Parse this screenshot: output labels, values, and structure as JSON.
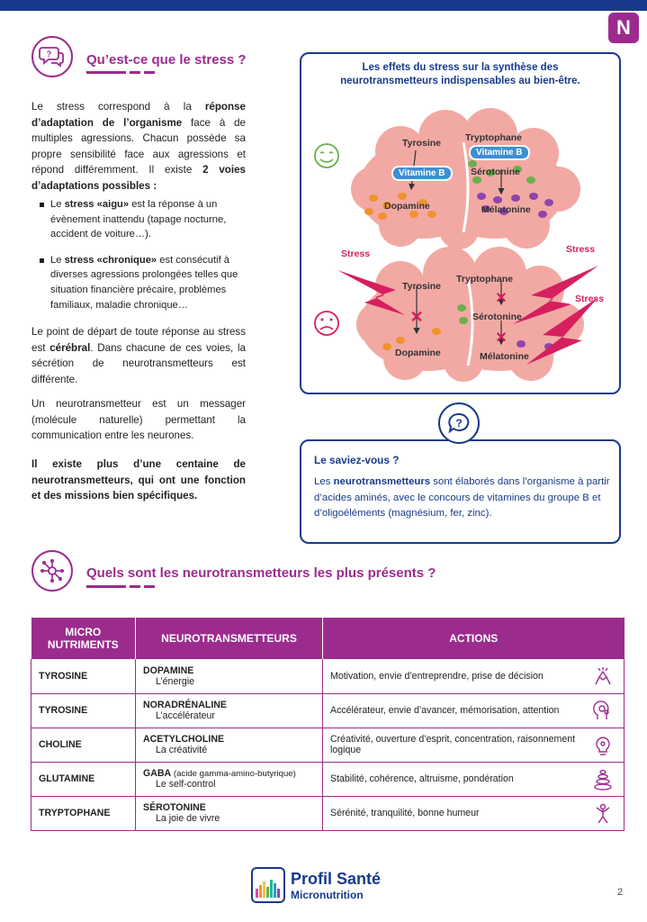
{
  "page": {
    "badge": "N",
    "number": "2"
  },
  "section1": {
    "title": "Qu’est-ce que le stress ?",
    "p1_a": "Le stress correspond à la ",
    "p1_b": "réponse d’adaptation de l’organisme",
    "p1_c": " face à de multiples agressions. Chacun possède sa propre sensibilité face aux agressions et répond différemment. Il existe ",
    "p1_d": "2 voies d’adaptations possibles :",
    "bullet1_a": "Le ",
    "bullet1_b": "stress «aigu»",
    "bullet1_c": " est la réponse à un évènement inattendu (tapage nocturne, accident de voiture…).",
    "bullet2_a": "Le ",
    "bullet2_b": "stress «chronique»",
    "bullet2_c": " est consécutif à diverses agressions prolongées telles que situation financière précaire, problèmes familiaux, maladie chronique…",
    "p2_a": "Le point de départ de toute réponse au stress est ",
    "p2_b": "cérébral",
    "p2_c": ". Dans chacune de ces voies, la sécrétion de neurotransmetteurs est différente.",
    "p3": "Un neurotransmetteur est un messager (molécule naturelle) permettant la communication entre les neurones.",
    "p4": "Il existe plus d’une centaine de neurotransmetteurs, qui ont une fonction et des missions bien spécifiques."
  },
  "effects": {
    "title_line1": "Les effets du stress sur la synthèse des",
    "title_line2": "neurotransmetteurs indispensables au bien-être.",
    "tyrosine": "Tyrosine",
    "tryptophane": "Tryptophane",
    "vitamine_b": "Vitamine B",
    "dopamine": "Dopamine",
    "serotonine": "Sérotonine",
    "melatonine": "Mélatonine",
    "stress": "Stress"
  },
  "saviez": {
    "head": "Le saviez-vous ?",
    "text_a": "Les ",
    "text_b": "neurotransmetteurs",
    "text_c": " sont élaborés dans l’organisme à partir d’acides aminés, avec le concours de vitamines du groupe B et d’oligoéléments (magnésium, fer, zinc)."
  },
  "section2": {
    "title": "Quels sont les neurotransmetteurs les plus présents ?"
  },
  "table": {
    "headers": [
      "MICRO\nNUTRIMENTS",
      "NEUROTRANSMETTEURS",
      "ACTIONS"
    ],
    "h1_line1": "MICRO",
    "h1_line2": "NUTRIMENTS",
    "rows": [
      {
        "nutrient": "TYROSINE",
        "nt": "DOPAMINE",
        "nt_extra": "",
        "sub": "L’énergie",
        "action": "Motivation, envie d’entreprendre, prise de décision",
        "icon": "hands-team-icon"
      },
      {
        "nutrient": "TYROSINE",
        "nt": "NORADRÉNALINE",
        "nt_extra": "",
        "sub": "L’accélérateur",
        "action": "Accélérateur, envie d’avancer, mémorisation, attention",
        "icon": "head-gears-icon"
      },
      {
        "nutrient": "CHOLINE",
        "nt": "ACETYLCHOLINE",
        "nt_extra": "",
        "sub": "La créativité",
        "action": "Créativité, ouverture d’esprit, concentration, raisonnement logique",
        "icon": "lightbulb-icon"
      },
      {
        "nutrient": "GLUTAMINE",
        "nt": "GABA",
        "nt_extra": " (acide gamma-amino-butyrique)",
        "sub": "Le self-control",
        "action": "Stabilité, cohérence, altruisme, pondération",
        "icon": "stacked-stones-icon"
      },
      {
        "nutrient": "TRYPTOPHANE",
        "nt": "SÉROTONINE",
        "nt_extra": "",
        "sub": "La joie de vivre",
        "action": "Sérénité, tranquilité, bonne humeur",
        "icon": "jumping-person-icon"
      }
    ]
  },
  "footer": {
    "brand_line1": "Profil Santé",
    "brand_line2": "Micronutrition"
  },
  "colors": {
    "brand_blue": "#173a8a",
    "accent_purple": "#9b2c8e",
    "stress_red": "#d61f5e",
    "brain_pink": "#f2a9a4"
  }
}
